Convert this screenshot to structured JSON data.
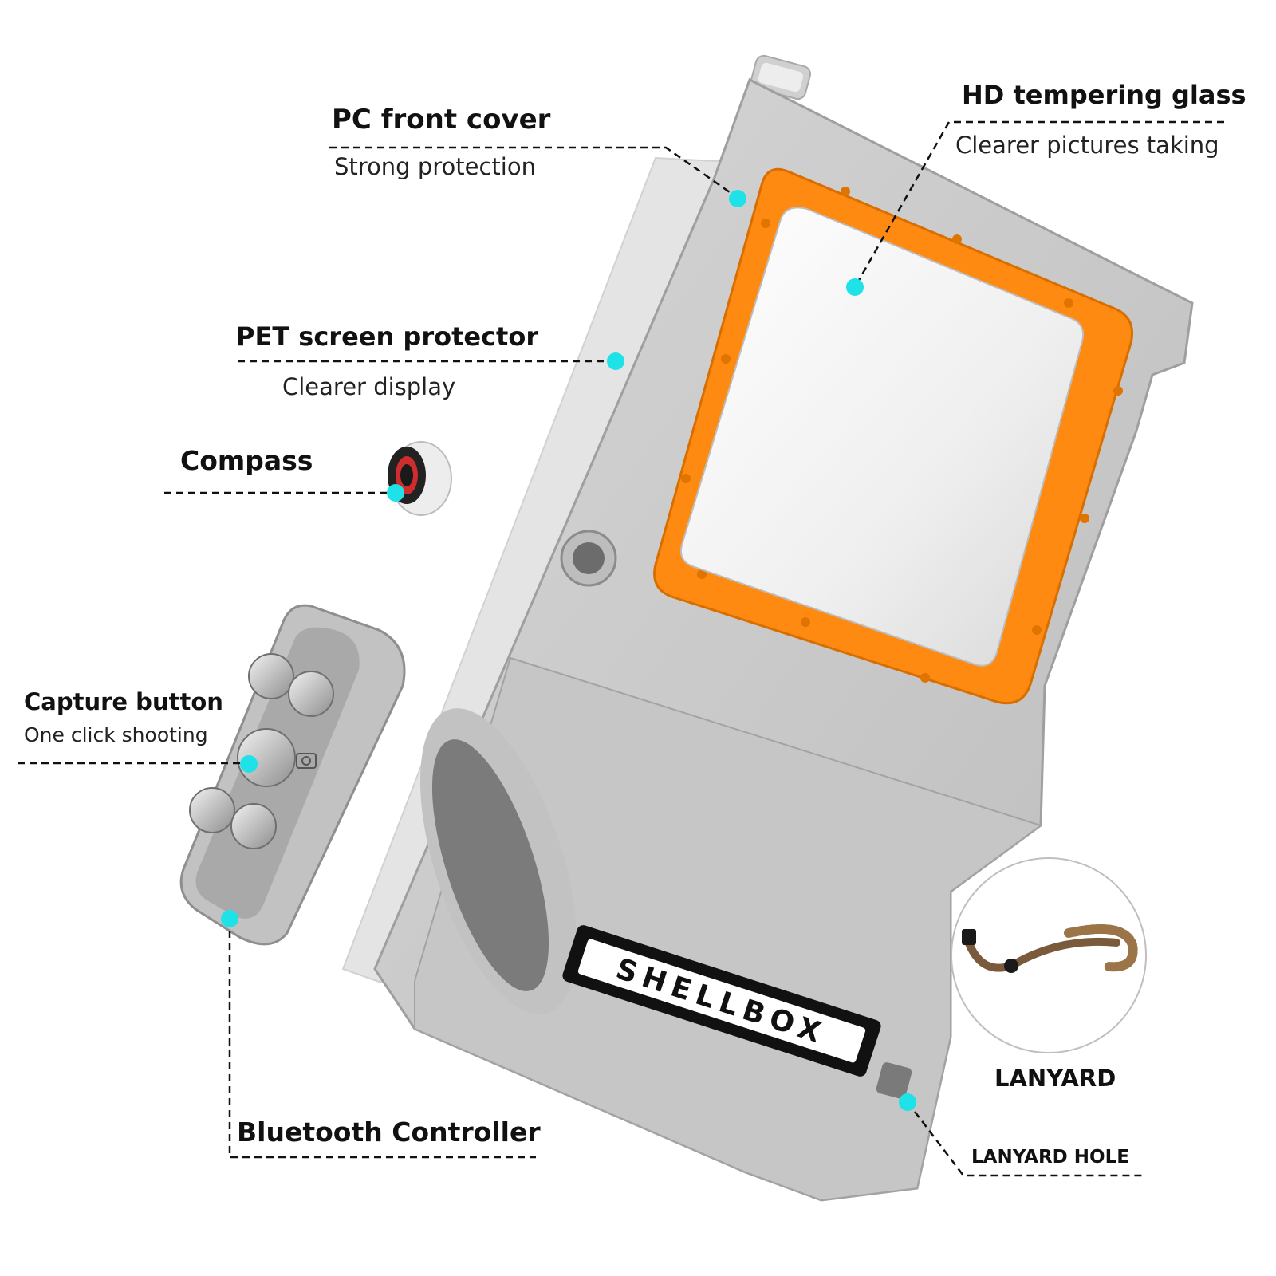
{
  "brand": "SHELLBOX",
  "colors": {
    "accent_orange": "#ff8a12",
    "callout_dot": "#1ee2e8",
    "body_gray": "#c9c9c9",
    "panel_gray": "#e2e2e2"
  },
  "labels": {
    "pc_front_cover": {
      "title": "PC front cover",
      "subtitle": "Strong protection"
    },
    "hd_glass": {
      "title": "HD tempering glass",
      "subtitle": "Clearer pictures taking"
    },
    "pet_protector": {
      "title": "PET screen protector",
      "subtitle": "Clearer display"
    },
    "compass": {
      "title": "Compass"
    },
    "capture_button": {
      "title": "Capture button",
      "subtitle": "One click shooting"
    },
    "bluetooth_controller": {
      "title": "Bluetooth Controller"
    },
    "lanyard": {
      "title": "LANYARD"
    },
    "lanyard_hole": {
      "title": "LANYARD HOLE"
    }
  },
  "icons": [
    "compass-icon",
    "camera-icon",
    "lanyard-icon",
    "knob-icon"
  ]
}
